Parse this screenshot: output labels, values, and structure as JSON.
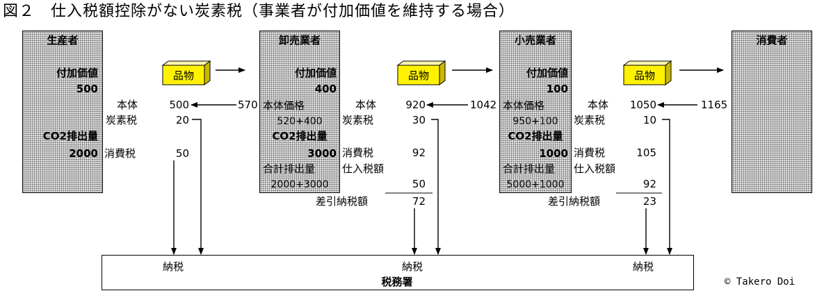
{
  "title": "図２　仕入税額控除がない炭素税（事業者が付加価値を維持する場合）",
  "producer": {
    "name": "生産者",
    "value_added_label": "付加価値",
    "value_added": "500",
    "co2_label": "CO2排出量",
    "co2": "2000"
  },
  "wholesaler": {
    "name": "卸売業者",
    "value_added_label": "付加価値",
    "value_added": "400",
    "base_price_label": "本体価格",
    "base_price_formula": "520+400",
    "co2_label": "CO2排出量",
    "co2": "3000",
    "total_emission_label": "合計排出量",
    "total_emission_formula": "2000+3000"
  },
  "retailer": {
    "name": "小売業者",
    "value_added_label": "付加価値",
    "value_added": "100",
    "base_price_label": "本体価格",
    "base_price_formula": "950+100",
    "co2_label": "CO2排出量",
    "co2": "1000",
    "total_emission_label": "合計排出量",
    "total_emission_formula": "5000+1000"
  },
  "consumer": {
    "name": "消費者"
  },
  "goods_label": "品物",
  "transfer1": {
    "payment": "570",
    "base_label": "本体",
    "base": "500",
    "carbon_label": "炭素税",
    "carbon": "20",
    "consumption_label": "消費税",
    "consumption": "50"
  },
  "transfer2": {
    "payment": "1042",
    "base_label": "本体",
    "base": "920",
    "carbon_label": "炭素税",
    "carbon": "30",
    "consumption_label": "消費税",
    "consumption": "92",
    "input_tax_label": "仕入税額",
    "input_tax": "50",
    "net_label": "差引納税額",
    "net": "72"
  },
  "transfer3": {
    "payment": "1165",
    "base_label": "本体",
    "base": "1050",
    "carbon_label": "炭素税",
    "carbon": "10",
    "consumption_label": "消費税",
    "consumption": "105",
    "input_tax_label": "仕入税額",
    "input_tax": "92",
    "net_label": "差引納税額",
    "net": "23"
  },
  "tax_office": {
    "name": "税務署",
    "payment_label_1": "納税",
    "payment_label_2": "納税",
    "payment_label_3": "納税"
  },
  "copyright": "© Takero Doi"
}
